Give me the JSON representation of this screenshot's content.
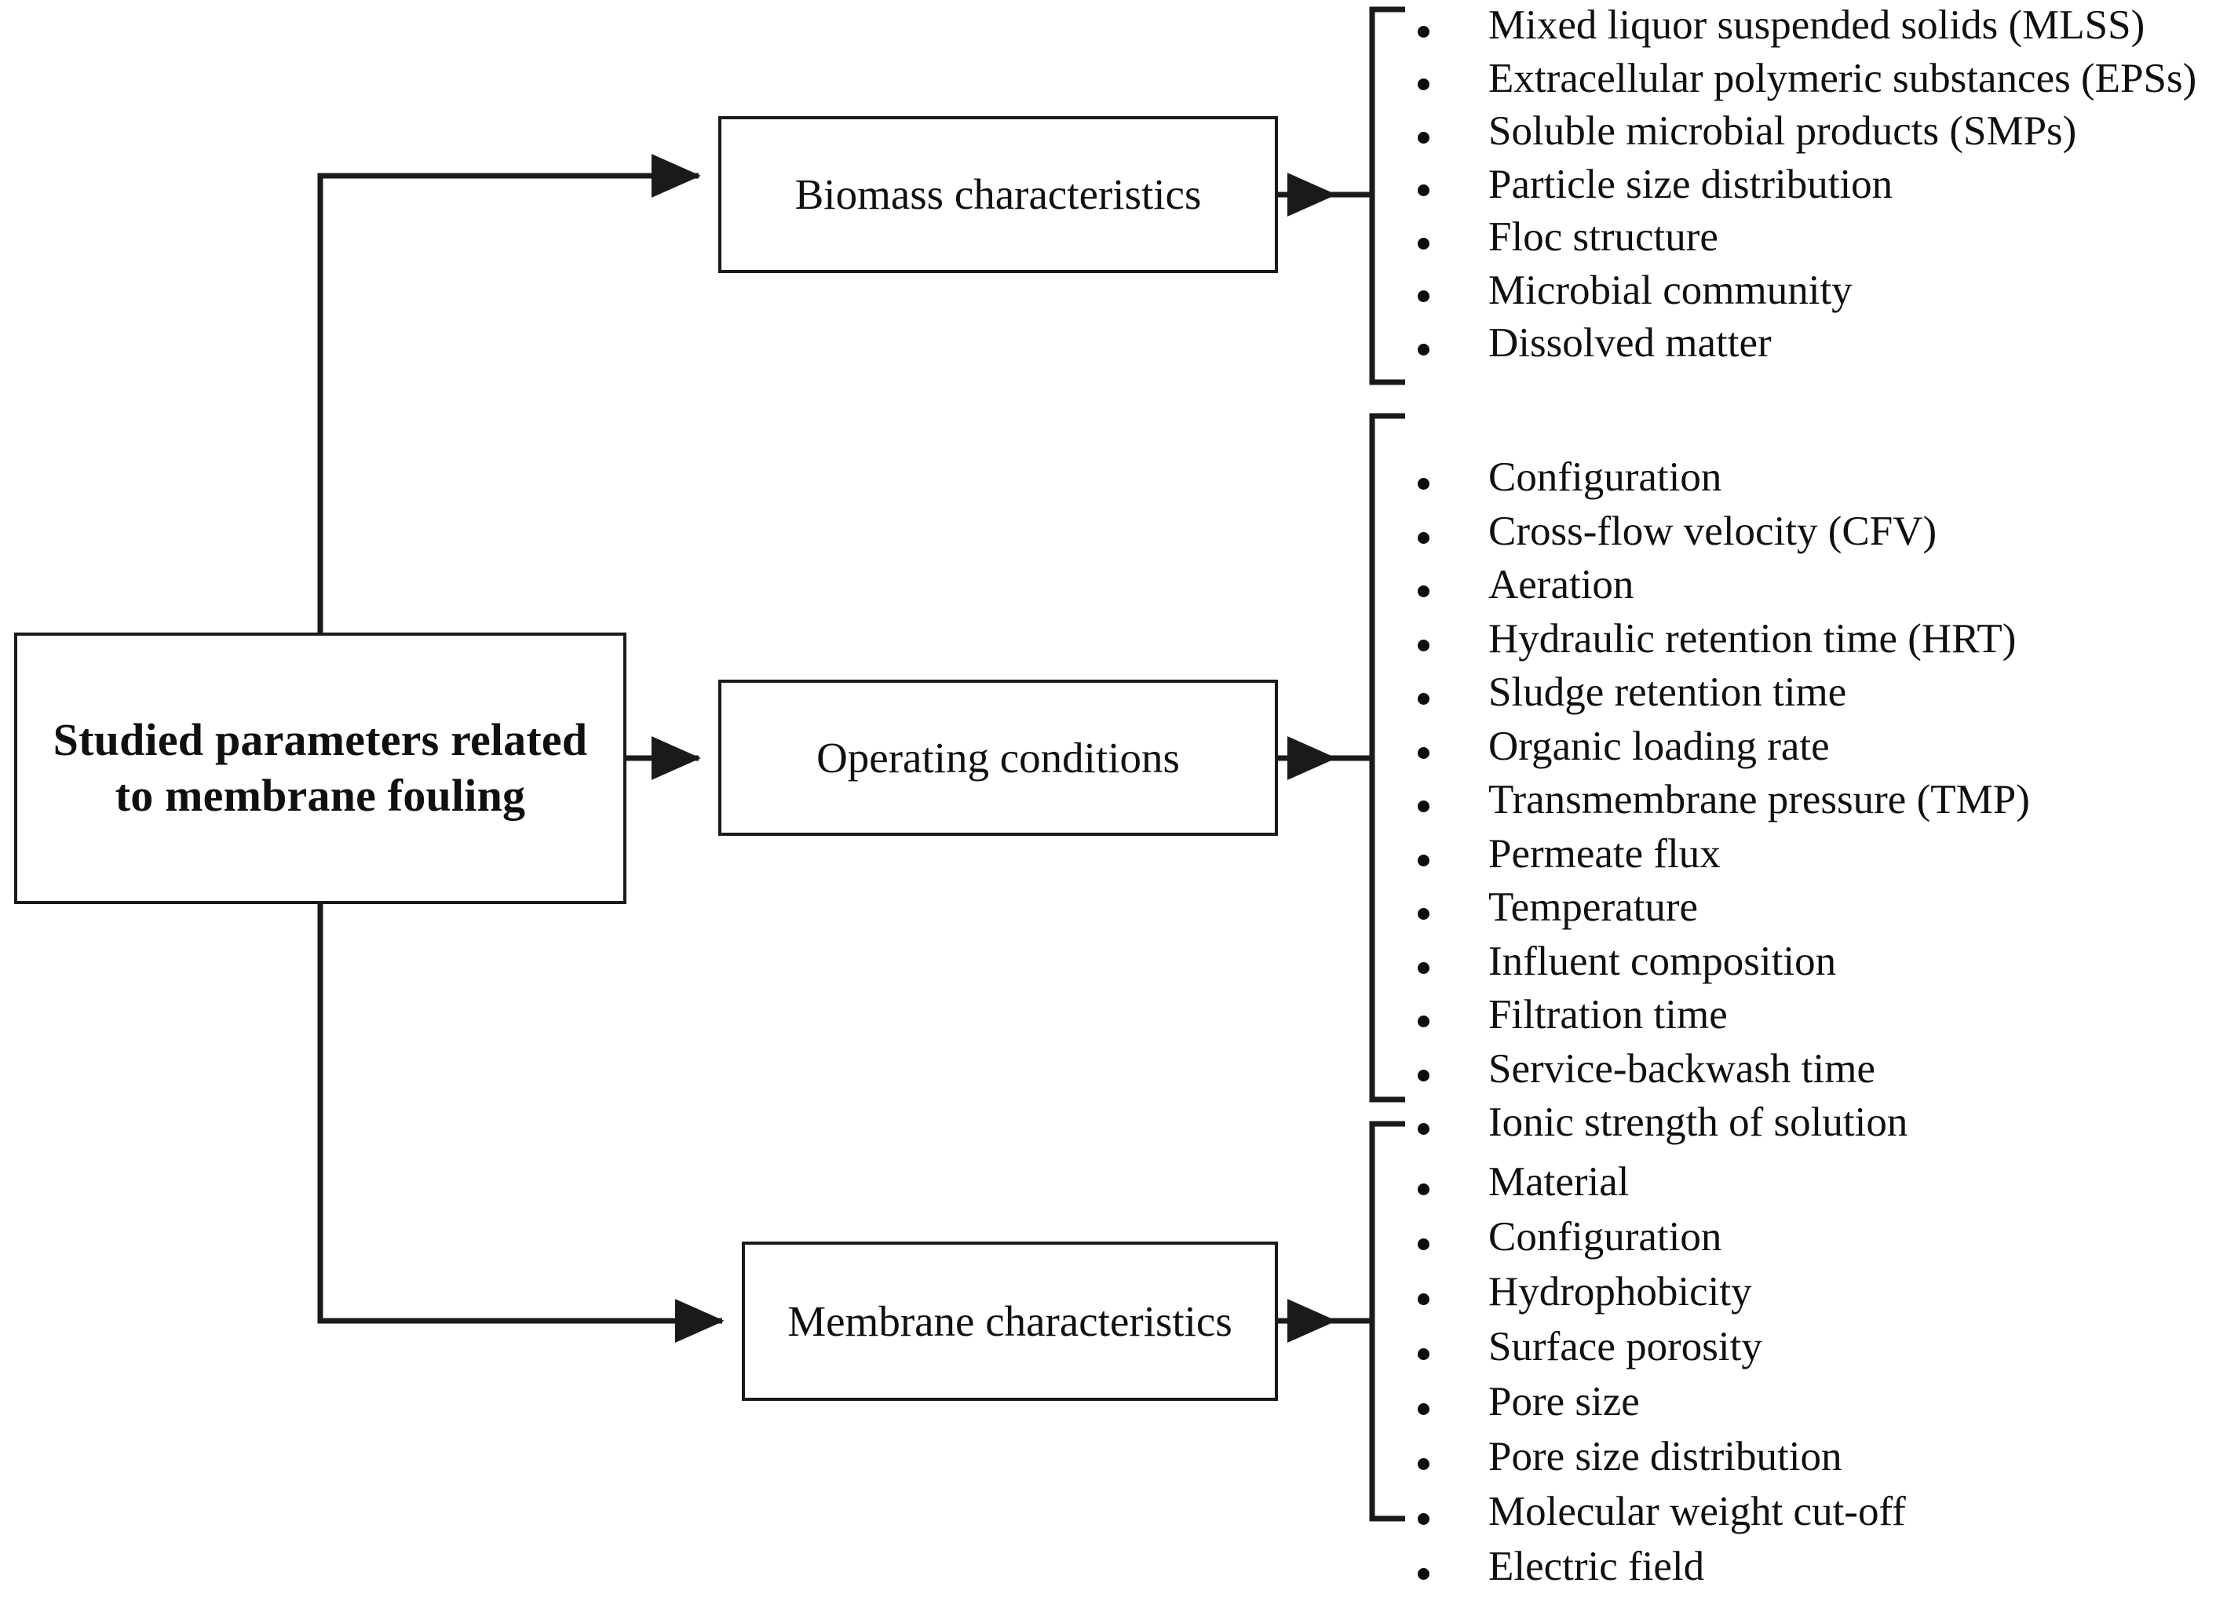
{
  "diagram": {
    "root": {
      "label": "Studied parameters related\nto membrane fouling"
    },
    "branches": [
      {
        "label": "Biomass characteristics",
        "items": [
          "Mixed liquor suspended solids (MLSS)",
          "Extracellular polymeric substances (EPSs)",
          "Soluble microbial products (SMPs)",
          "Particle size distribution",
          "Floc structure",
          "Microbial community",
          "Dissolved matter"
        ]
      },
      {
        "label": "Operating conditions",
        "items": [
          "Configuration",
          "Cross-flow velocity (CFV)",
          "Aeration",
          "Hydraulic retention time (HRT)",
          "Sludge retention time",
          "Organic loading rate",
          "Transmembrane pressure (TMP)",
          "Permeate flux",
          "Temperature",
          "Influent composition",
          "Filtration time",
          "Service-backwash time",
          "Ionic strength of solution"
        ]
      },
      {
        "label": "Membrane characteristics",
        "items": [
          "Material",
          "Configuration",
          "Hydrophobicity",
          "Surface porosity",
          "Pore size",
          "Pore size distribution",
          "Molecular weight cut-off",
          "Electric field"
        ]
      }
    ],
    "colors": {
      "line": "#1a1a1a",
      "box_border": "#1a1a1a",
      "background": "#ffffff",
      "text": "#101010",
      "bullet": "#0d0d0d"
    }
  }
}
